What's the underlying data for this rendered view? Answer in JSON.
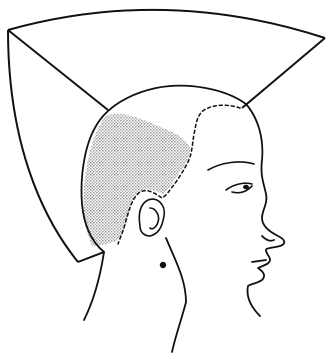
{
  "figure": {
    "description_visible_text": "",
    "colors": {
      "line": "#111111",
      "shading": "#9a9a9a",
      "background": "#ffffff"
    },
    "elements": {
      "fan_guide": "projection-fan",
      "head": "head-profile-outline",
      "shaded_area": "clipper-shaded-zone",
      "hairline": "dotted-hairline",
      "ear": "ear",
      "mole": "neck-mole"
    }
  }
}
